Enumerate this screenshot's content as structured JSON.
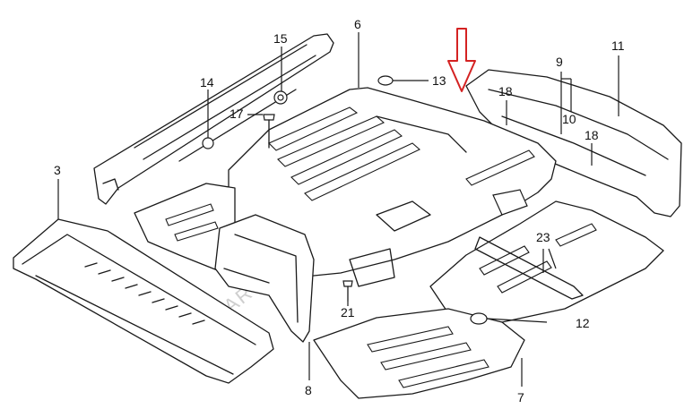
{
  "watermark": "PARTS.AUTOmotive.SK",
  "callouts": {
    "c3": "3",
    "c6": "6",
    "c7": "7",
    "c8": "8",
    "c9": "9",
    "c10": "10",
    "c11": "11",
    "c12": "12",
    "c13": "13",
    "c14": "14",
    "c15": "15",
    "c17": "17",
    "c18a": "18",
    "c18b": "18",
    "c21": "21",
    "c23": "23"
  },
  "colors": {
    "line": "#1a1a1a",
    "highlight_arrow": "#d42222",
    "watermark": "#cfcfcf"
  }
}
